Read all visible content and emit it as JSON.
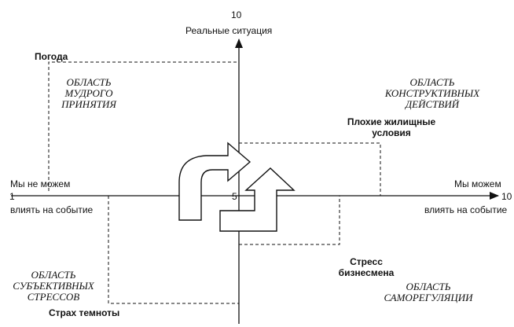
{
  "axes": {
    "y_top_tick": "10",
    "y_title": "Реальные ситуация",
    "x_left_tick": "1",
    "x_center_tick": "5",
    "x_right_tick": "10",
    "left_label_top": "Мы не можем",
    "left_label_bottom": "влиять на событие",
    "right_label_top": "Мы можем",
    "right_label_bottom": "влиять на событие"
  },
  "quadrants": {
    "top_left": {
      "title_lines": [
        "ОБЛАСТЬ",
        "МУДРОГО",
        "ПРИНЯТИЯ"
      ],
      "example": "Погода"
    },
    "top_right": {
      "title_lines": [
        "ОБЛАСТЬ",
        "КОНСТРУКТИВНЫХ",
        "ДЕЙСТВИЙ"
      ],
      "example_lines": [
        "Плохие жилищные",
        "условия"
      ]
    },
    "bottom_left": {
      "title_lines": [
        "ОБЛАСТЬ",
        "СУБЪЕКТИВНЫХ",
        "СТРЕССОВ"
      ],
      "example": "Страх темноты"
    },
    "bottom_right": {
      "title_lines": [
        "ОБЛАСТЬ",
        "САМОРЕГУЛЯЦИИ"
      ],
      "example_lines": [
        "Стресс",
        "бизнесмена"
      ]
    }
  },
  "colors": {
    "ink": "#111111",
    "background": "#ffffff"
  }
}
